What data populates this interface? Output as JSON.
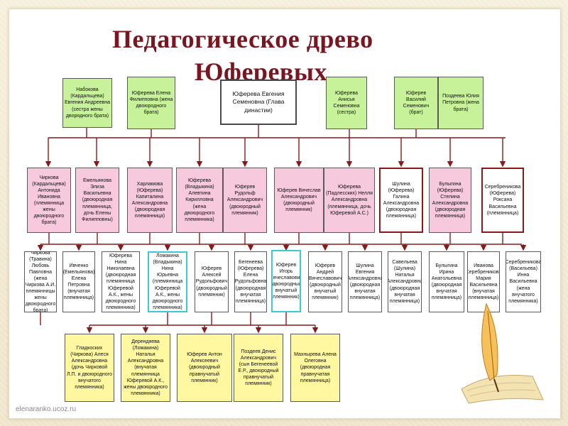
{
  "title": {
    "line1": "Педагогическое древо",
    "line2": "Юферевых"
  },
  "footer": {
    "site": "elenaranko.ucoz.ru"
  },
  "root": {
    "text": "Юферева Евгения Семеновна (Глава династии)"
  },
  "row1": [
    {
      "text": "Набокова (Кардальцева) Евгения Андреевна (сестра жены дворядного брата)"
    },
    {
      "text": "Юферева Елена Филипповна (жена двоюродного брата)"
    },
    {
      "text": "Юферева Анисья Семеновна (сестра)"
    },
    {
      "text": "Юферев Василий Семенович (брат)"
    },
    {
      "text": "Поздеева Юлия Петровна (жена брата)"
    }
  ],
  "row2": [
    {
      "text": "Чиркова (Кардальцева) Антонида Ивановна (племянница жены двоюродного брата)"
    },
    {
      "text": "Емельянова Элиза Васильевна (двоюродная племянница, дочь Елены Филипповны)"
    },
    {
      "text": "Харламова (Юферева) Капиталина Александровна (двоюродная племянница)"
    },
    {
      "text": "Юферева (Владыкина) Алевтина Кирилловна (жена двоюродного племянника)"
    },
    {
      "text": "Юферев Рудольф Александрович (двоюродный племянник)"
    },
    {
      "text": "Юферев Вячеслав Александрович (двоюродный племянник)"
    },
    {
      "text": "Юферева (Падлесских) Нелля Александровна (племянница, дочь Юферевой А.С.)"
    },
    {
      "text": "Шулина (Юферева) Галина Александровна (двоюродная племянница)"
    },
    {
      "text": "Булыгина (Юферева) Стелина Александровна (двоюродная племянница)"
    },
    {
      "text": "Серебреникова (Юферева) Роксана Васильевна (племянница)"
    }
  ],
  "row3": [
    {
      "text": "Чиркова (Травина) Любовь Павловна (жена Чиркова А.И. племянницы жены двоюродного брата)"
    },
    {
      "text": "Ивченко (Емельянова) Елена Петровна (внучатая племянница)"
    },
    {
      "text": "Юферева Нина Николаевна (двоюродная племянница Юферевой А.К., жены двоюродного племянника)"
    },
    {
      "text": "Ломакина (Владыкина) Нина Юрьевна (племянница Юферевой А.К., жены двоюродного племянника)"
    },
    {
      "text": "Юферев Алексей Рудольфович (двоюродный племянник)"
    },
    {
      "text": "Бегенеева (Юферева) Елена Рудольфовна (двоюродная внучатая племянница)"
    },
    {
      "text": "Юферев Игорь Вячеславович (двоюродный внучатый племянник)"
    },
    {
      "text": "Юферев Андрей Вячеславович (двоюродный внучатый племянник)"
    },
    {
      "text": "Шулина Евгения Александровна (двоюродная внучатая племянница)"
    },
    {
      "text": "Савельева (Шулина) Наталья Александровна (двоюродная внучатая племянница)"
    },
    {
      "text": "Булыгина Ирина Анатольевна (двоюродная внучатая племянница)"
    },
    {
      "text": "Иванова (Серебреникова) Мария Васильевна (внучатая племянница)"
    },
    {
      "text": "Серебреникова (Васильева) Инна Васильевна (жена внучатого племянника)"
    }
  ],
  "row4": [
    {
      "text": "Гладкоских (Чиркова) Алеся Александровна (дочь Чирковой Л.П. и двоюродного внучатого племянника)"
    },
    {
      "text": "Дерендяева (Ломакина) Наталья Александровна (внучатая племянница Юферевой А.К., жены двоюродного племянника)"
    },
    {
      "text": "Юферев Антон Алексеевич (двоюродный правнучатый племянник)"
    },
    {
      "text": "Поздеев Денис Александрович (сын Бегенеевой Е.Р., двоюродный правнучатый племянник)"
    },
    {
      "text": "Махнырева Алена Олеговна (двоюродная правнучатая племянница)"
    }
  ]
}
